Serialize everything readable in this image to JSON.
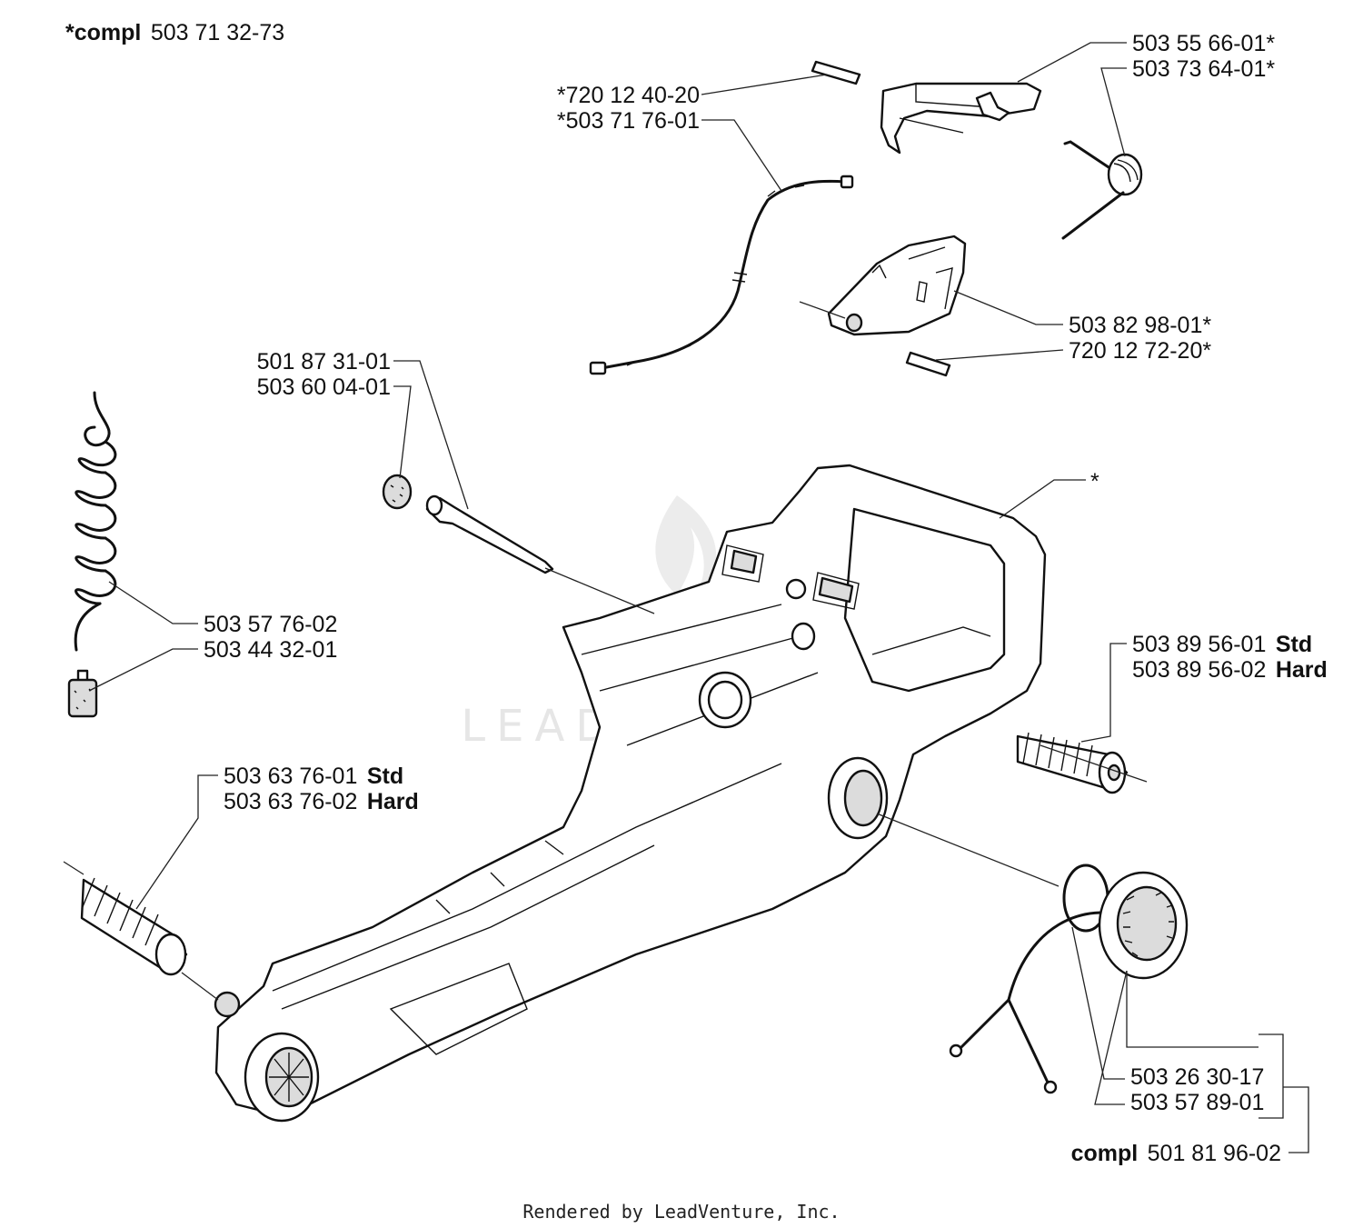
{
  "header": {
    "compl_prefix": "*compl",
    "compl_number": "503 71 32-73"
  },
  "labels": {
    "lever_a": "503 55 66-01*",
    "lever_b": "503 73 64-01*",
    "pin_top": "*720 12 40-20",
    "cable": "*503 71 76-01",
    "trigger": "503 82 98-01*",
    "pin_trigger": "720 12 72-20*",
    "filter_a": "501 87 31-01",
    "filter_b": "503 60 04-01",
    "star": "*",
    "hose": "503 57 76-02",
    "fuel_filter": "503 44 32-01",
    "av_right_std_num": "503 89 56-01",
    "av_right_std_tag": "Std",
    "av_right_hard_num": "503 89 56-02",
    "av_right_hard_tag": "Hard",
    "av_left_std_num": "503 63 76-01",
    "av_left_std_tag": "Std",
    "av_left_hard_num": "503 63 76-02",
    "av_left_hard_tag": "Hard",
    "oring": "503 26 30-17",
    "cap_strap": "503 57 89-01",
    "cap_compl_prefix": "compl",
    "cap_compl_number": "501 81 96-02"
  },
  "watermark": "LEADVENTURE",
  "footer": "Rendered by LeadVenture, Inc."
}
